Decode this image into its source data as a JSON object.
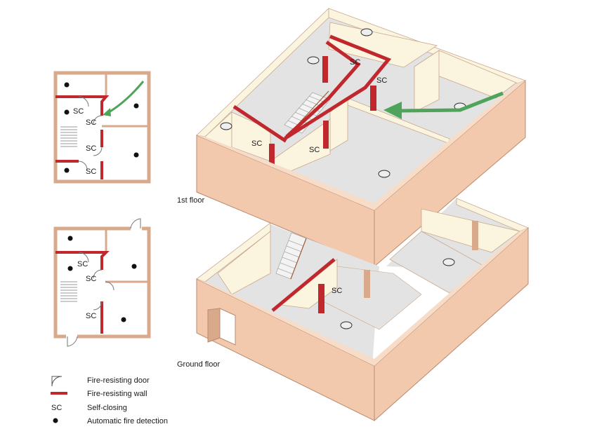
{
  "floor_labels": {
    "first": "1st floor",
    "ground": "Ground floor"
  },
  "plan_first": {
    "sc_labels": [
      "SC",
      "SC",
      "SC",
      "SC"
    ]
  },
  "plan_ground": {
    "sc_labels": [
      "SC",
      "SC",
      "SC"
    ]
  },
  "iso_first": {
    "sc_labels": [
      "SC",
      "SC",
      "SC",
      "SC"
    ]
  },
  "iso_ground": {
    "sc_labels": [
      "SC"
    ]
  },
  "legend": {
    "items": [
      {
        "symbol": "door-swing",
        "label": "Fire-resisting door"
      },
      {
        "symbol": "red-wall",
        "label": "Fire-resisting wall"
      },
      {
        "symbol": "SC",
        "label": "Self-closing"
      },
      {
        "symbol": "dot",
        "label": "Automatic fire detection"
      }
    ]
  },
  "colors": {
    "wall_outer": "#f2c9ac",
    "wall_inner": "#fbf4df",
    "floor": "#e3e3e3",
    "fire_wall": "#c0282d",
    "escape_arrow": "#4fa35a",
    "door": "#d9a98c"
  }
}
